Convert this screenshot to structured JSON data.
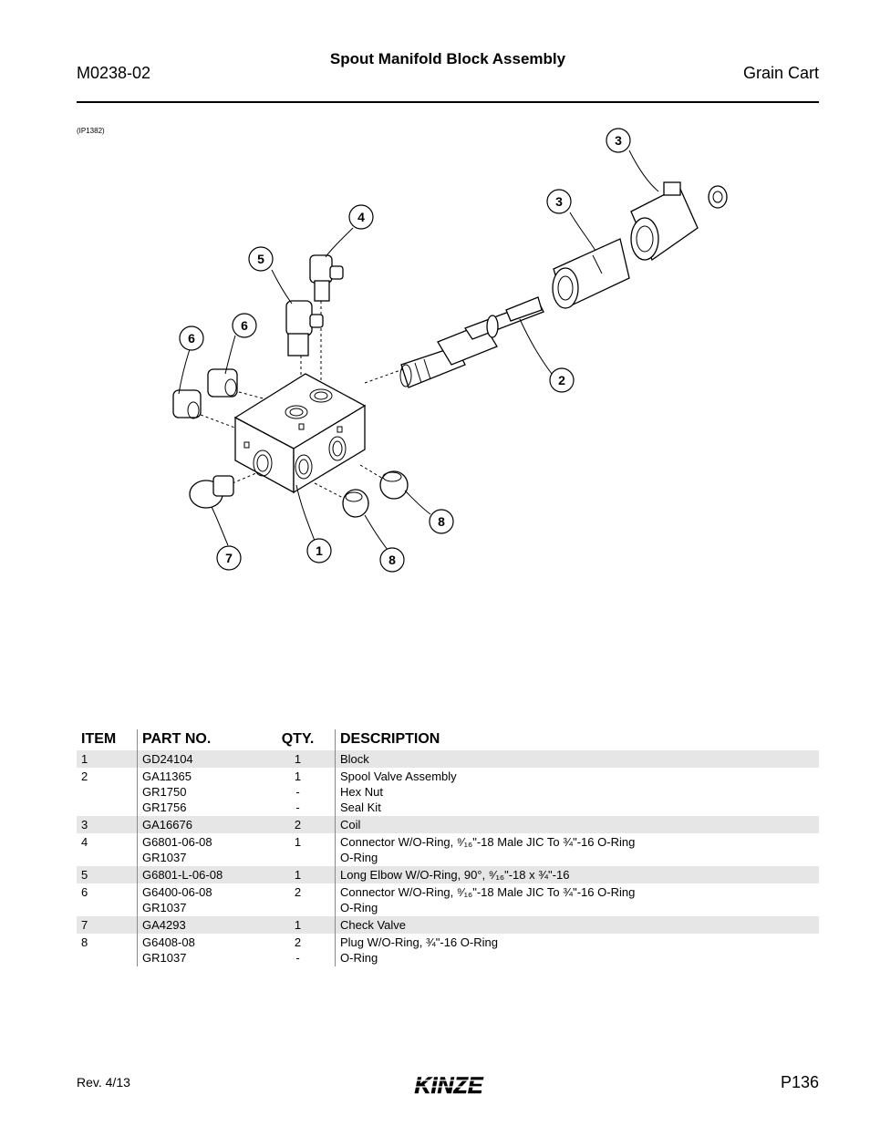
{
  "header": {
    "doc_id": "M0238-02",
    "title": "Spout Manifold Block Assembly",
    "section": "Grain Cart"
  },
  "figure": {
    "ref": "(IP1382)",
    "callouts": [
      "3",
      "3",
      "4",
      "5",
      "6",
      "6",
      "2",
      "8",
      "8",
      "7",
      "1"
    ]
  },
  "table": {
    "headers": {
      "item": "ITEM",
      "part": "PART NO.",
      "qty": "QTY.",
      "desc": "DESCRIPTION"
    },
    "rows": [
      {
        "item": "1",
        "parts": [
          "GD24104"
        ],
        "qty": [
          "1"
        ],
        "desc": [
          "Block"
        ]
      },
      {
        "item": "2",
        "parts": [
          "GA11365",
          "GR1750",
          "GR1756"
        ],
        "qty": [
          "1",
          "-",
          "-"
        ],
        "desc": [
          "Spool Valve Assembly",
          "Hex Nut",
          "Seal Kit"
        ]
      },
      {
        "item": "3",
        "parts": [
          "GA16676"
        ],
        "qty": [
          "2"
        ],
        "desc": [
          "Coil"
        ]
      },
      {
        "item": "4",
        "parts": [
          "G6801-06-08",
          "GR1037"
        ],
        "qty": [
          "1",
          ""
        ],
        "desc": [
          "Connector W/O-Ring, ⁹⁄₁₆\"-18 Male JIC To ¾\"-16 O-Ring",
          "O-Ring"
        ]
      },
      {
        "item": "5",
        "parts": [
          "G6801-L-06-08"
        ],
        "qty": [
          "1"
        ],
        "desc": [
          "Long Elbow W/O-Ring, 90°, ⁹⁄₁₆\"-18 x ¾\"-16"
        ]
      },
      {
        "item": "6",
        "parts": [
          "G6400-06-08",
          "GR1037"
        ],
        "qty": [
          "2",
          ""
        ],
        "desc": [
          "Connector W/O-Ring, ⁹⁄₁₆\"-18 Male JIC To ¾\"-16 O-Ring",
          "O-Ring"
        ]
      },
      {
        "item": "7",
        "parts": [
          "GA4293"
        ],
        "qty": [
          "1"
        ],
        "desc": [
          "Check Valve"
        ]
      },
      {
        "item": "8",
        "parts": [
          "G6408-08",
          "GR1037"
        ],
        "qty": [
          "2",
          "-"
        ],
        "desc": [
          "Plug W/O-Ring, ¾\"-16 O-Ring",
          "O-Ring"
        ]
      }
    ]
  },
  "footer": {
    "revision": "Rev. 4/13",
    "logo_text": "KINZE",
    "page": "P136"
  }
}
